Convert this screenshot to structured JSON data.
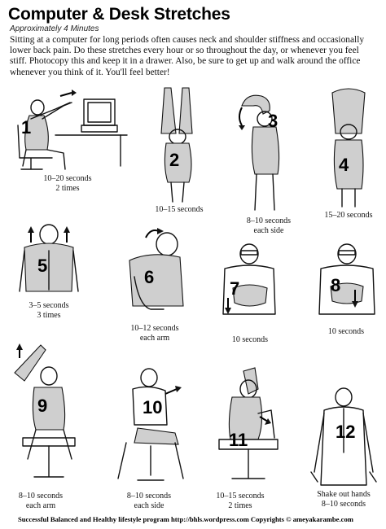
{
  "title": "Computer & Desk Stretches",
  "subtitle": "Approximately 4 Minutes",
  "intro": "Sitting at a computer for long periods often causes neck and shoulder stiffness and occasionally lower back pain. Do these stretches every hour or so throughout the day, or whenever you feel stiff. Photocopy this and keep it in a drawer. Also, be sure to get up and walk around the office whenever you think of it. You'll feel better!",
  "stretches": [
    {
      "number": "1",
      "caption_line1": "10–20 seconds",
      "caption_line2": "2 times"
    },
    {
      "number": "2",
      "caption_line1": "10–15 seconds",
      "caption_line2": ""
    },
    {
      "number": "3",
      "caption_line1": "8–10 seconds",
      "caption_line2": "each side"
    },
    {
      "number": "4",
      "caption_line1": "15–20 seconds",
      "caption_line2": ""
    },
    {
      "number": "5",
      "caption_line1": "3–5 seconds",
      "caption_line2": "3 times"
    },
    {
      "number": "6",
      "caption_line1": "10–12 seconds",
      "caption_line2": "each arm"
    },
    {
      "number": "7",
      "caption_line1": "10 seconds",
      "caption_line2": ""
    },
    {
      "number": "8",
      "caption_line1": "10 seconds",
      "caption_line2": ""
    },
    {
      "number": "9",
      "caption_line1": "8–10 seconds",
      "caption_line2": "each arm"
    },
    {
      "number": "10",
      "caption_line1": "8–10 seconds",
      "caption_line2": "each side"
    },
    {
      "number": "11",
      "caption_line1": "10–15 seconds",
      "caption_line2": "2 times"
    },
    {
      "number": "12",
      "caption_line1": "Shake out hands",
      "caption_line2": "8–10 seconds"
    }
  ],
  "footer": "Successful Balanced and Healthy lifestyle program  http://bhls.wordpress.com  Copyrights © ameyakarambe.com"
}
